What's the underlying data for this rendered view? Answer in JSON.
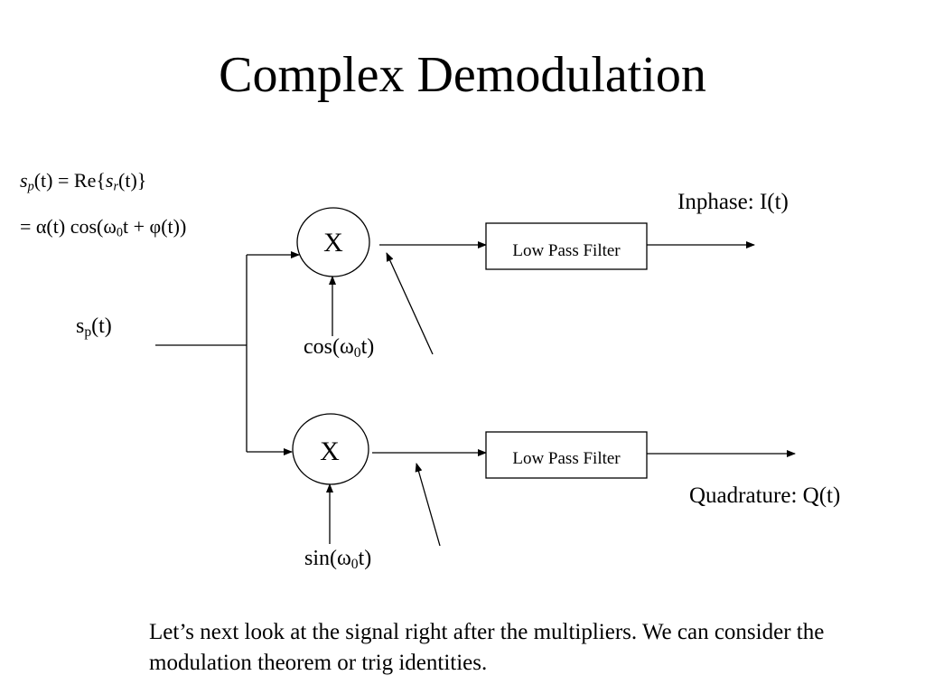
{
  "title": "Complex Demodulation",
  "equation": {
    "line1_lhs": "s",
    "line1_lhs_sub": "p",
    "line1_rest_a": "(t) = Re{",
    "line1_sr": "s",
    "line1_sr_sub": "r",
    "line1_rest_b": "(t)}",
    "line2_a": "= α(t) cos(ω",
    "line2_sub": "0",
    "line2_b": "t + φ(t))"
  },
  "input": {
    "label": "s",
    "label_sub": "p",
    "label_rest": "(t)"
  },
  "top_branch": {
    "multiplier": "X",
    "carrier_a": "cos(ω",
    "carrier_sub": "0",
    "carrier_b": "t)",
    "filter": "Low Pass Filter",
    "output": "Inphase: I(t)"
  },
  "bottom_branch": {
    "multiplier": "X",
    "carrier_a": "sin(ω",
    "carrier_sub": "0",
    "carrier_b": "t)",
    "filter": "Low Pass Filter",
    "output": "Quadrature: Q(t)"
  },
  "caption": "Let’s next look at the signal right after the multipliers.  We can consider the modulation theorem or trig identities."
}
